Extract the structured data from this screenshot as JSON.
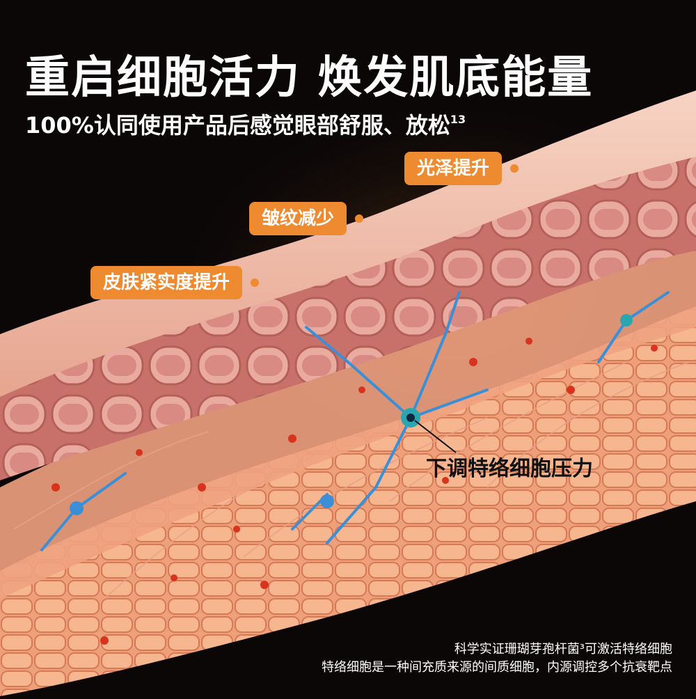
{
  "headline": "重启细胞活力 焕发肌底能量",
  "subline": {
    "text": "100%认同使用产品后感觉眼部舒服、放松",
    "superscript": "13"
  },
  "badges": [
    {
      "label": "光泽提升"
    },
    {
      "label": "皱纹减少"
    },
    {
      "label": "皮肤紧实度提升"
    }
  ],
  "callout": "下调特络细胞压力",
  "footnotes": [
    "科学实证珊瑚芽孢杆菌³可激活特络细胞",
    "特络细胞是一种间充质来源的间质细胞，内源调控多个抗衰靶点"
  ],
  "colors": {
    "background": "#0b0707",
    "accent": "#ee8a2f",
    "skin_light": "#f2c4b2",
    "skin_mid": "#e39a86",
    "neuron": "#3b8fd6",
    "dots": "#d8331c"
  }
}
